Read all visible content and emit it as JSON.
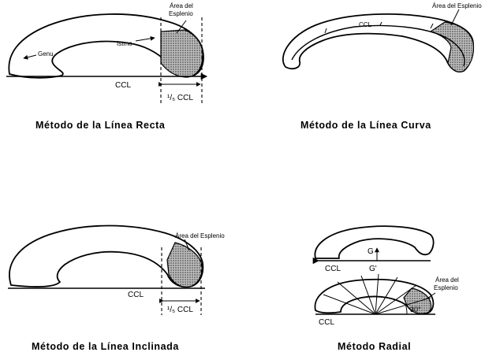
{
  "panels": {
    "recta": {
      "caption": "Método de la Línea Recta",
      "area_label_1": "Área del",
      "area_label_2": "Esplenio",
      "istmo": "Istmo",
      "genu": "Genu",
      "ccl": "CCL",
      "fifth_ccl": "¹/₅ CCL"
    },
    "curva": {
      "caption": "Método de la Línea Curva",
      "area_label": "Área del Esplenio",
      "ccl": "CCL"
    },
    "inclinada": {
      "caption": "Método de la Línea Inclinada",
      "area_label": "Área del Esplenio",
      "ccl": "CCL",
      "fifth_ccl": "¹/₅ CCL"
    },
    "radial": {
      "caption": "Método Radial",
      "ccl_top": "CCL",
      "g_label": "G",
      "g_prime_label": "G'",
      "area_label_1": "Área del",
      "area_label_2": "Esplenio",
      "ccl_bottom": "CCL",
      "angle": "30°"
    }
  },
  "colors": {
    "ink": "#000000",
    "background": "#ffffff",
    "stipple": "#555555"
  }
}
